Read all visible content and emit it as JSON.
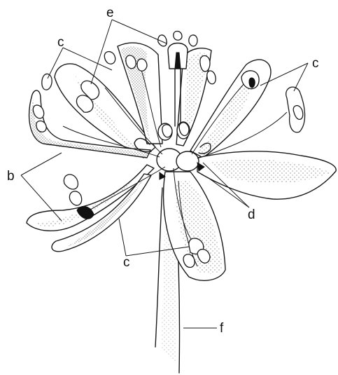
{
  "labels": {
    "b": "b",
    "c_top_left": "c",
    "c_top_right": "c",
    "c_bottom": "c",
    "d": "d",
    "e": "e",
    "f": "f"
  },
  "colors": {
    "ink": "#1a1a1a",
    "paper": "#ffffff"
  }
}
